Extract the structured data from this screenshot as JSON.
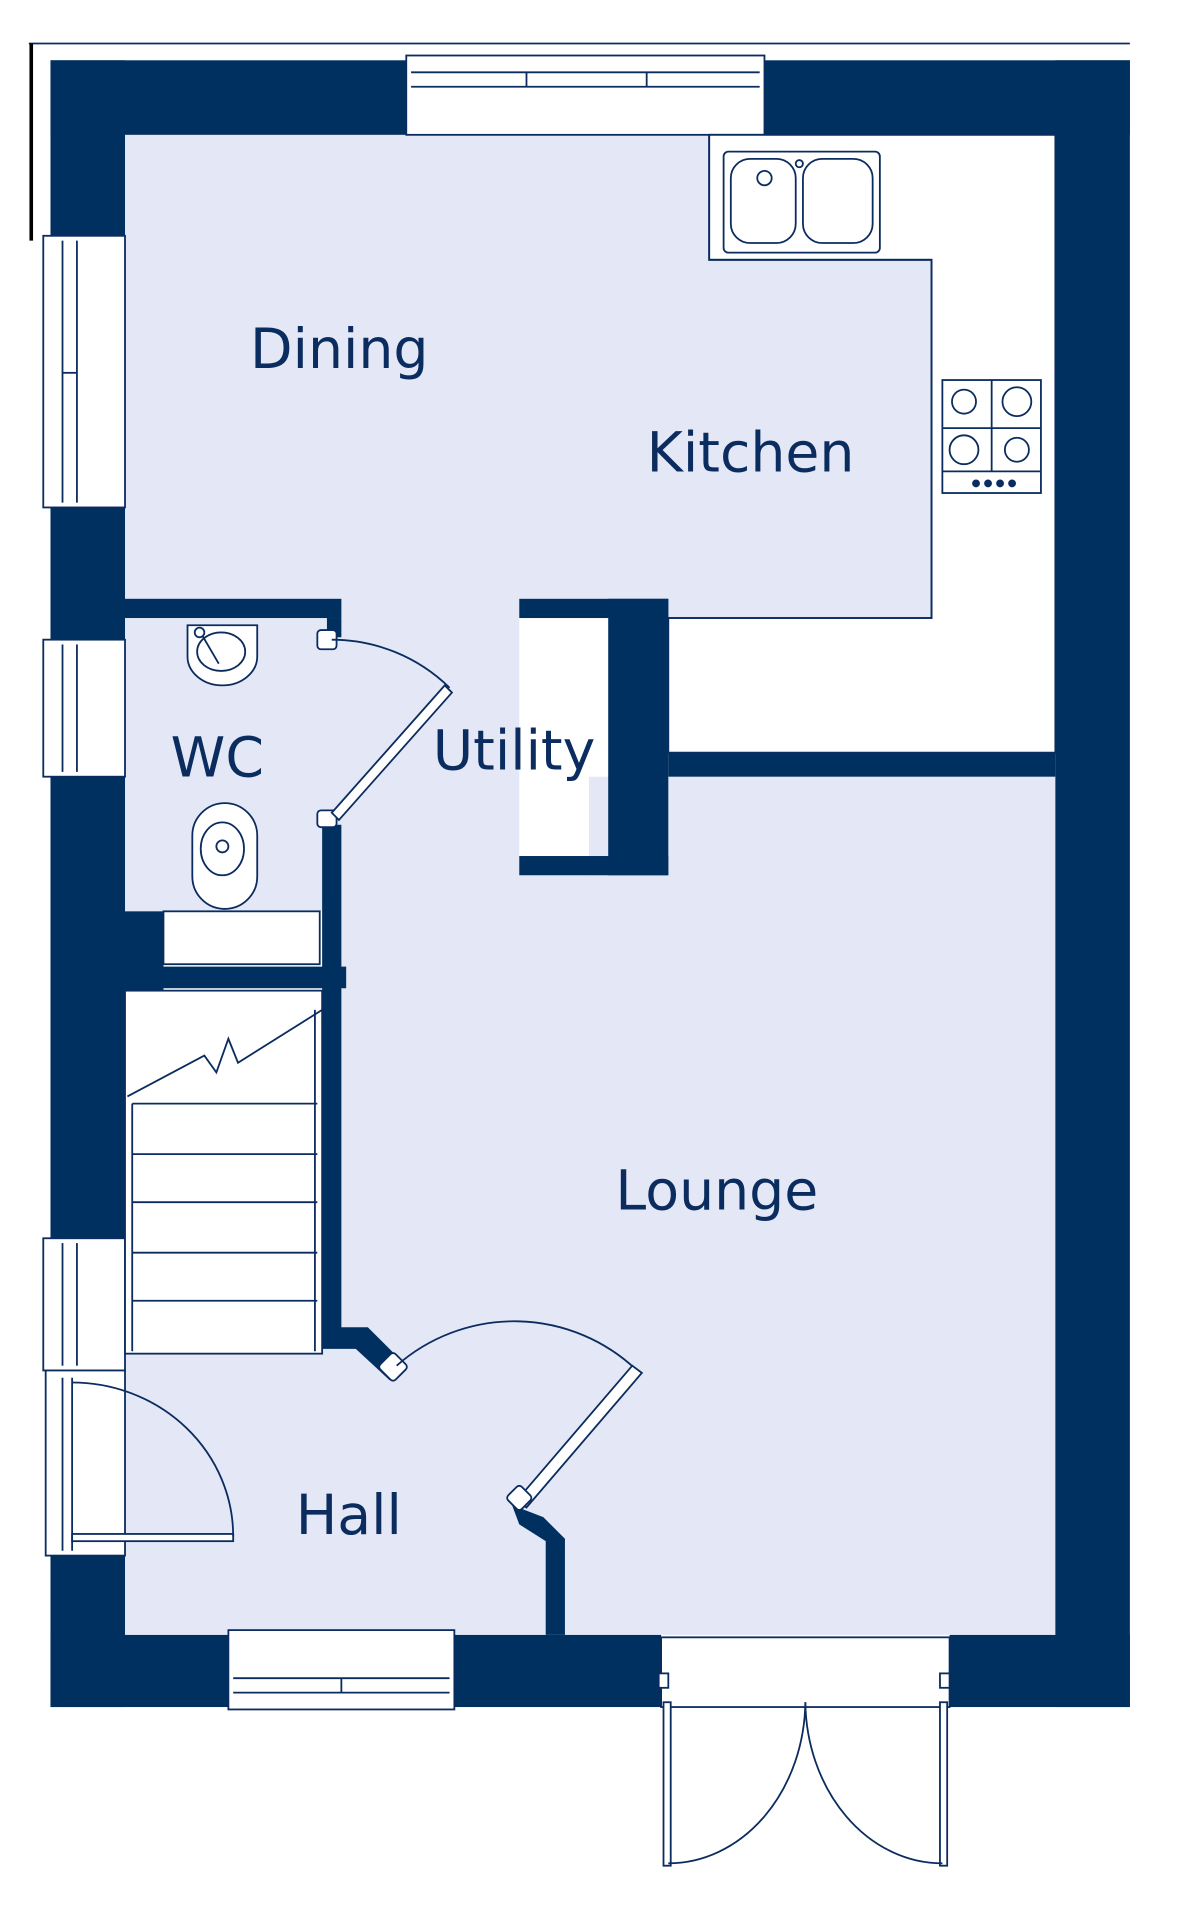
{
  "floorplan": {
    "rooms": {
      "dining": "Dining",
      "kitchen": "Kitchen",
      "wc": "WC",
      "utility": "Utility",
      "lounge": "Lounge",
      "hall": "Hall"
    }
  },
  "colors": {
    "wall": "#003060",
    "floor": "#e4e8f6",
    "line": "#0b2c5f",
    "background": "#ffffff"
  }
}
